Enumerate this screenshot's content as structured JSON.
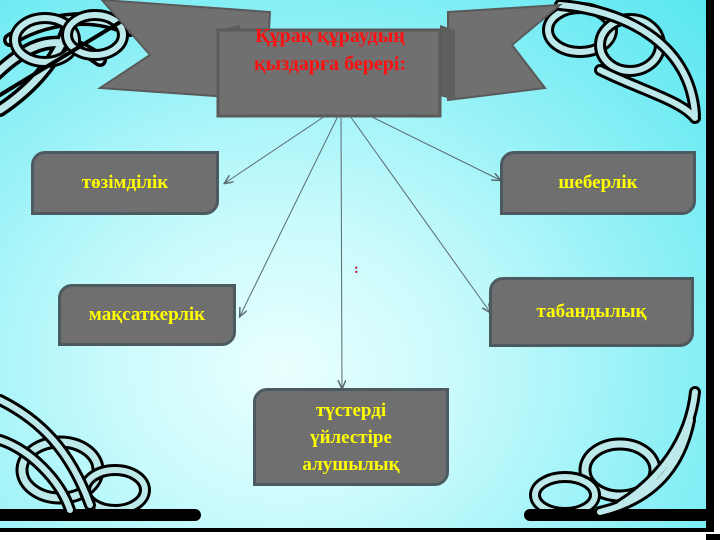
{
  "title": {
    "line1": "Құрақ  құраудың",
    "line2": "қыздарға  берері:"
  },
  "nodes": [
    {
      "id": "tozimdilik",
      "label": "төзімділік"
    },
    {
      "id": "sheberlik",
      "label": "шеберлік"
    },
    {
      "id": "maksatkerlik",
      "label": "мақсаткерлік"
    },
    {
      "id": "tabandylyk",
      "label": "табандылық"
    },
    {
      "id": "tusterdi",
      "line1": "түстерді",
      "line2": "үйлестіре",
      "line3": "алушылық"
    }
  ],
  "center_mark": ":",
  "colors": {
    "box_fill": "#6f6f6f",
    "box_text": "#ffff00",
    "title_text": "#ff1010",
    "background": "#8ef0f6",
    "knot_fill": "#bde9ea",
    "knot_stroke": "#000000"
  }
}
